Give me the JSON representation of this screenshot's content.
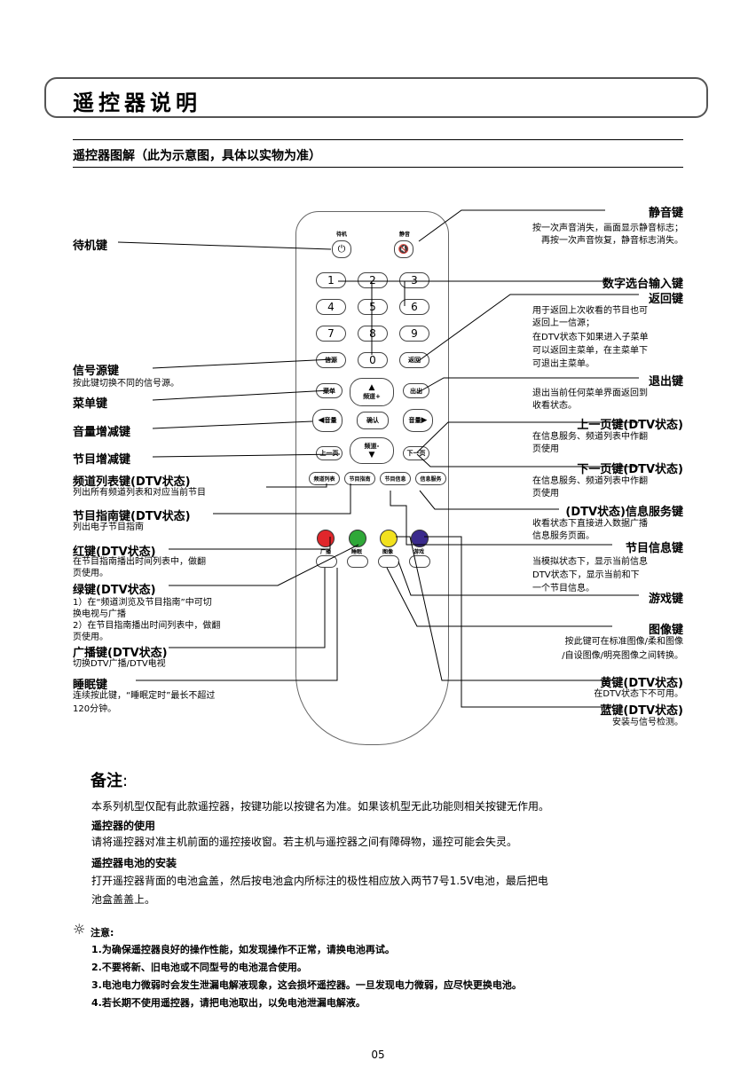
{
  "title": "遥控器说明",
  "subtitle": "遥控器图解（此为示意图，具体以实物为准）",
  "remote": {
    "standby_label": "待机",
    "mute_label": "静音",
    "num1": "1",
    "num2": "2",
    "num3": "3",
    "num4": "4",
    "num5": "5",
    "num6": "6",
    "num7": "7",
    "num8": "8",
    "num9": "9",
    "num0": "0",
    "source_btn": "信源",
    "return_btn": "返回",
    "menu_btn": "菜单",
    "exit_btn": "出出",
    "ch_up": "频道+",
    "ch_down": "频道-",
    "vol_minus": "音量",
    "vol_plus": "音量",
    "ok_btn": "确认",
    "prev_page": "上一页",
    "next_page": "下一页",
    "channel_list": "频道列表",
    "program_guide": "节目指南",
    "program_info": "节目信息",
    "info_service": "信息服务",
    "broadcast": "广播",
    "sleep": "睡眠",
    "picture": "图像",
    "game": "游戏"
  },
  "left": {
    "standby": "待机键",
    "source": "信号源键",
    "source_desc": "按此键切换不同的信号源。",
    "menu": "菜单键",
    "volume": "音量增减键",
    "program": "节目增减键",
    "channel_list": "频道列表键(DTV状态)",
    "channel_list_desc": "列出所有频道列表和对应当前节目",
    "guide": "节目指南键(DTV状态)",
    "guide_desc": "列出电子节目指南",
    "red": "红键(DTV状态)",
    "red_desc1": "在节目指南播出时间列表中，做翻",
    "red_desc2": "页使用。",
    "green": "绿键(DTV状态)",
    "green_desc1": "1）在“频道浏览及节目指南”中可切",
    "green_desc2": "换电视与广播",
    "green_desc3": "2）在节目指南播出时间列表中，做翻",
    "green_desc4": "页使用。",
    "broadcast": "广播键(DTV状态)",
    "broadcast_desc": "切换DTV广播/DTV电视",
    "sleep": "睡眠键",
    "sleep_desc1": "连续按此键，“睡眠定时”最长不超过",
    "sleep_desc2": "120分钟。"
  },
  "right": {
    "mute": "静音键",
    "mute_desc1": "按一次声音消失，画面显示静音标志；",
    "mute_desc2": "再按一次声音恢复，静音标志消失。",
    "digit": "数字选台输入键",
    "return": "返回键",
    "return_desc1": "用于返回上次收看的节目也可",
    "return_desc2": "返回上一信源；",
    "return_desc3": "在DTV状态下如果进入子菜单",
    "return_desc4": "可以返回主菜单，在主菜单下",
    "return_desc5": "可退出主菜单。",
    "exit": "退出键",
    "exit_desc1": "退出当前任何菜单界面返回到",
    "exit_desc2": "收看状态。",
    "prev": "上一页键(DTV状态)",
    "prev_desc1": "在信息服务、频道列表中作翻",
    "prev_desc2": "页使用",
    "next": "下一页键(DTV状态)",
    "next_desc1": "在信息服务、频道列表中作翻",
    "next_desc2": "页使用",
    "info_service": "(DTV状态)信息服务键",
    "info_service_desc1": "收看状态下直接进入数据广播",
    "info_service_desc2": "信息服务页面。",
    "program_info": "节目信息键",
    "program_info_desc1": "当模拟状态下，显示当前信息",
    "program_info_desc2": "DTV状态下，显示当前和下",
    "program_info_desc3": "一个节目信息。",
    "game": "游戏键",
    "picture": "图像键",
    "picture_desc1": "按此键可在标准图像/柔和图像",
    "picture_desc2": "/自设图像/明亮图像之间转换。",
    "yellow": "黄键(DTV状态)",
    "yellow_desc": "在DTV状态下不可用。",
    "blue": "蓝键(DTV状态)",
    "blue_desc": "安装与信号检测。"
  },
  "notes": {
    "heading": "备注",
    "p1": "本系列机型仅配有此款遥控器，按键功能以按键名为准。如果该机型无此功能则相关按键无作用。",
    "h2": "遥控器的使用",
    "p2": "请将遥控器对准主机前面的遥控接收窗。若主机与遥控器之间有障碍物，遥控可能会失灵。",
    "h3": "遥控器电池的安装",
    "p3a": "打开遥控器背面的电池盒盖，然后按电池盒内所标注的极性相应放入两节7号1.5V电池，最后把电",
    "p3b": "池盒盖盖上。",
    "caution": "注意:",
    "c1": "1.为确保遥控器良好的操作性能，如发现操作不正常，请换电池再试。",
    "c2": "2.不要将新、旧电池或不同型号的电池混合使用。",
    "c3": "3.电池电力微弱时会发生泄漏电解液现象，这会损坏遥控器。一旦发现电力微弱，应尽快更换电池。",
    "c4": "4.若长期不使用遥控器，请把电池取出，以免电池泄漏电解液。"
  },
  "page_number": "05",
  "colors": {
    "red": "#e0262b",
    "green": "#2fa838",
    "yellow": "#f2e11e",
    "blue": "#3a2a8c"
  }
}
